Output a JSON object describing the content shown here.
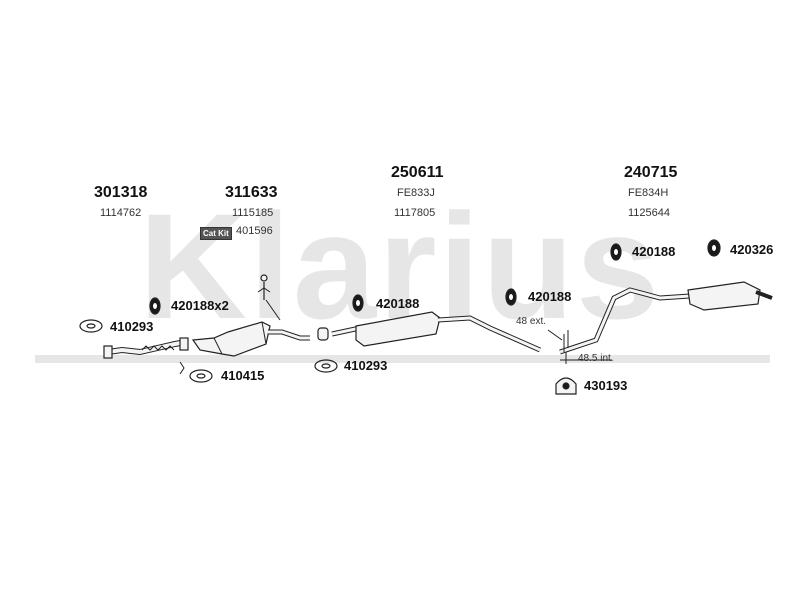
{
  "watermark": {
    "text": "Klarius",
    "color": "#e6e6e6"
  },
  "assemblies": [
    {
      "part": "301318",
      "ref": "1114762"
    },
    {
      "part": "311633",
      "ref": "1115185"
    },
    {
      "part": "250611",
      "code": "FE833J",
      "ref": "1117805"
    },
    {
      "part": "240715",
      "code": "FE834H",
      "ref": "1125644"
    }
  ],
  "cat_kit": {
    "badge": "Cat Kit",
    "part": "401596"
  },
  "fittings": [
    {
      "label": "420188x2"
    },
    {
      "label": "410293"
    },
    {
      "label": "410415"
    },
    {
      "label": "420188"
    },
    {
      "label": "410293"
    },
    {
      "label": "420188"
    },
    {
      "label": "420188"
    },
    {
      "label": "420326"
    },
    {
      "label": "430193"
    }
  ],
  "dimensions": {
    "ext": "48 ext.",
    "int": "48.5 int."
  },
  "colors": {
    "line": "#222222",
    "pipe_fill": "#f4f4f4",
    "hanger": "#1a1a1a"
  }
}
